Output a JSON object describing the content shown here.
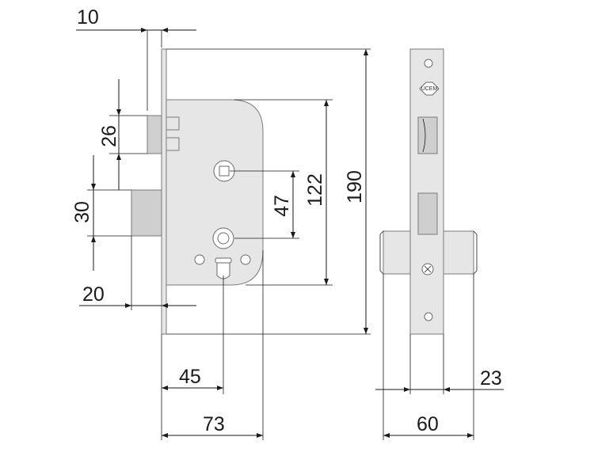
{
  "diagram": {
    "dimensions": {
      "backset_10": "10",
      "latch_height_26": "26",
      "bolt_height_30": "30",
      "bolt_throw_20": "20",
      "cyl_centre_47": "47",
      "body_height_122": "122",
      "faceplate_190": "190",
      "backset_45": "45",
      "depth_73": "73",
      "faceplate_width_23": "23",
      "case_thickness_60": "60"
    },
    "logo_text": "UCEM"
  }
}
